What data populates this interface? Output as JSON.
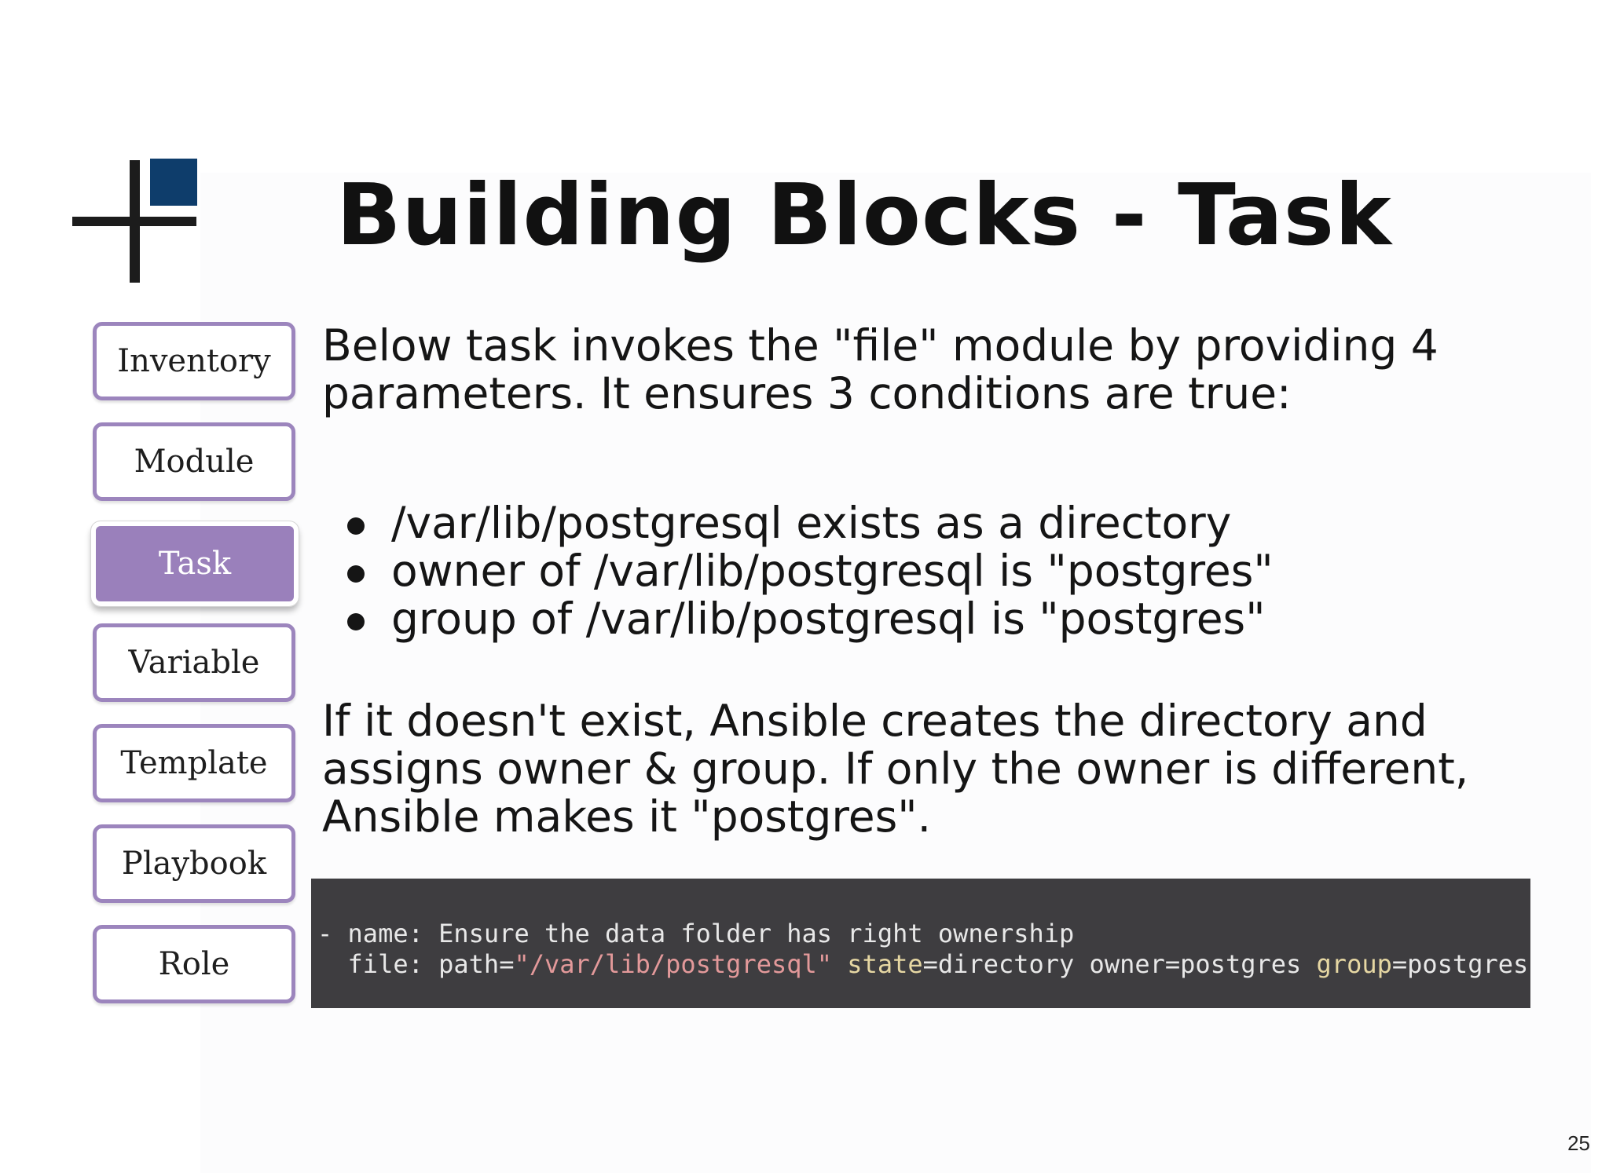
{
  "title": "Building Blocks - Task",
  "nav": {
    "items": [
      "Inventory",
      "Module",
      "Task",
      "Variable",
      "Template",
      "Playbook",
      "Role"
    ],
    "active": "Task"
  },
  "intro": "Below task invokes the \"file\" module by providing 4 parameters. It ensures 3 conditions are true:",
  "bullets": [
    "/var/lib/postgresql exists as a directory",
    "owner of /var/lib/postgresql is \"postgres\"",
    "group of /var/lib/postgresql is \"postgres\""
  ],
  "explanation": "If it doesn't exist, Ansible creates the directory and assigns owner & group. If only the owner is different, Ansible makes it \"postgres\".",
  "code": {
    "line1": "- name: Ensure the data folder has right ownership",
    "line2_prefix": "  file: path=",
    "path_value": "\"/var/lib/postgresql\"",
    "state_key": "state",
    "state_rest": "=directory owner=postgres ",
    "group_key": "group",
    "group_rest": "=postgres"
  },
  "page_number": "25",
  "colors": {
    "accent": "#9a80bb",
    "logo_square": "#0e3d6b",
    "code_background": "#3e3d40",
    "code_string": "#e3999a",
    "code_attribute": "#e6d7a3"
  }
}
